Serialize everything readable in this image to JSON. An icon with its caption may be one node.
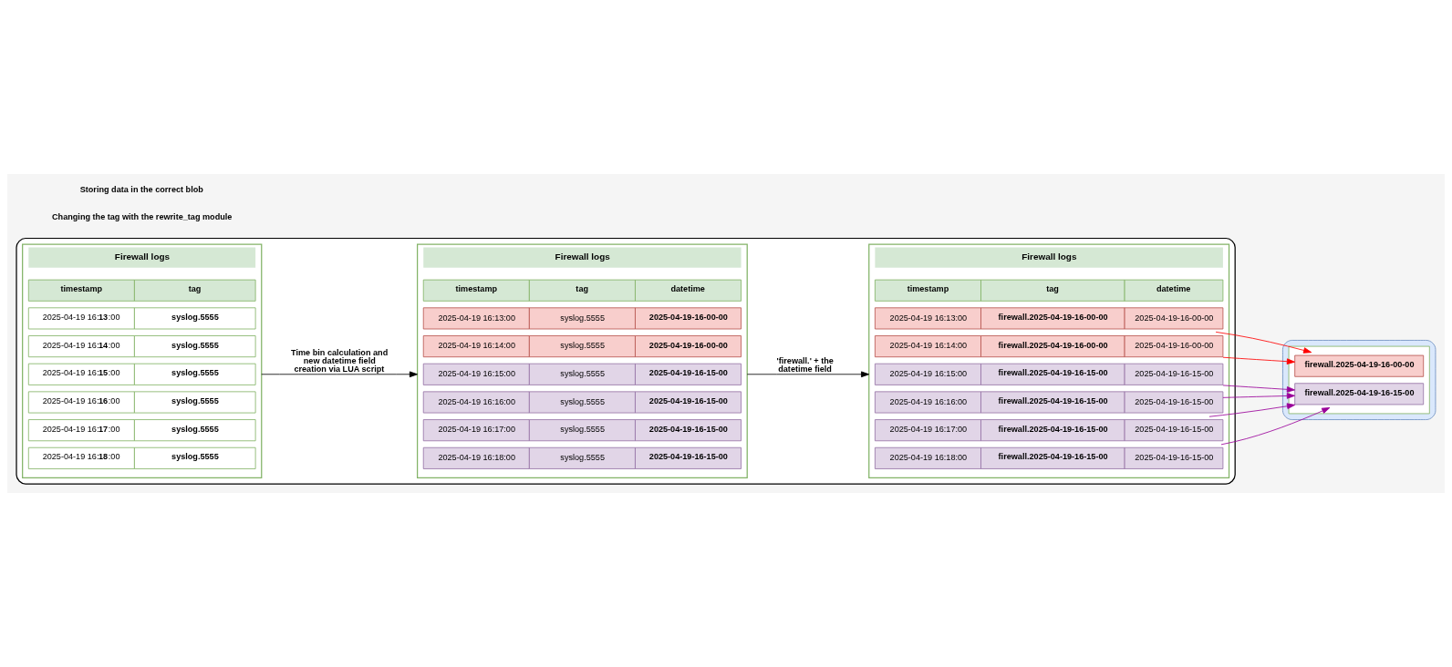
{
  "diagram": {
    "nodes": [
      {
        "text": [],
        "shape": "box"
      },
      {
        "text": [
          "Firewall logs"
        ],
        "in": 0
      },
      {
        "text": [
          "timestamp",
          "tag"
        ],
        "in": 1
      },
      {
        "text": [
          "2025-04-19 16:**13**:00",
          "syslog.5555"
        ],
        "in": 1
      },
      {
        "text": [
          "2025-04-19 16:**14**:00",
          "syslog.5555"
        ],
        "in": 1
      },
      {
        "text": [
          "2025-04-19 16:**15**:00",
          "syslog.5555"
        ],
        "in": 1
      },
      {
        "text": [
          "2025-04-19 16:**16**:00",
          "syslog.5555"
        ],
        "in": 1
      },
      {
        "text": [
          "2025-04-19 16:**17**:00",
          "syslog.5555"
        ],
        "in": 1
      },
      {
        "text": [
          "2025-04-19 16:**18**:00",
          "syslog.5555"
        ],
        "in": 1
      },
      {
        "text": [
          "Firewall logs"
        ],
        "in": 0
      },
      {
        "text": [
          "timestamp",
          "tag",
          "datetime"
        ],
        "in": 9
      },
      {
        "text": [
          "2025-04-19 16:13:00",
          "syslog.5555",
          "2025-04-19-16-00-00"
        ],
        "in": 9
      },
      {
        "text": [
          "2025-04-19 16:14:00",
          "syslog.5555",
          "2025-04-19-16-00-00"
        ],
        "in": 9
      },
      {
        "text": [
          "2025-04-19 16:15:00",
          "syslog.5555",
          "2025-04-19-16-15-00"
        ],
        "in": 9
      },
      {
        "text": [
          "2025-04-19 16:16:00",
          "syslog.5555",
          "2025-04-19-16-15-00"
        ],
        "in": 9
      },
      {
        "text": [
          "2025-04-19 16:17:00",
          "syslog.5555",
          "2025-04-19-16-15-00"
        ],
        "in": 9
      },
      {
        "text": [
          "2025-04-19 16:18:00",
          "syslog.5555",
          "2025-04-19-16-15-00"
        ],
        "in": 9
      },
      {
        "text": [
          "Firewall logs"
        ],
        "in": 0
      },
      {
        "text": [
          "timestamp",
          "tag",
          "datetime"
        ],
        "in": 17
      },
      {
        "text": [
          "2025-04-19 16:13:00",
          "firewall.2025-04-19-16-00-00",
          "2025-04-19-16-00-00"
        ],
        "in": 17
      },
      {
        "text": [
          "2025-04-19 16:14:00",
          "firewall.2025-04-19-16-00-00",
          "2025-04-19-16-00-00"
        ],
        "in": 17
      },
      {
        "text": [
          "2025-04-19 16:15:00",
          "firewall.2025-04-19-16-15-00",
          "2025-04-19-16-15-00"
        ],
        "in": 17
      },
      {
        "text": [
          "2025-04-19 16:16:00",
          "firewall.2025-04-19-16-15-00",
          "2025-04-19-16-15-00"
        ],
        "in": 17
      },
      {
        "text": [
          "2025-04-19 16:17:00",
          "firewall.2025-04-19-16-15-00",
          "2025-04-19-16-15-00"
        ],
        "in": 17
      },
      {
        "text": [
          "2025-04-19 16:18:00",
          "firewall.2025-04-19-16-15-00",
          "2025-04-19-16-15-00"
        ],
        "in": 17
      },
      {
        "text": [],
        "shape": "box"
      },
      {
        "text": [],
        "shape": "box",
        "in": 25
      },
      {
        "text": [
          "firewall.2025-04-19-16-00-00"
        ],
        "in": 26
      },
      {
        "text": [
          "firewall.2025-04-19-16-15-00"
        ],
        "in": 26
      }
    ],
    "edges": [
      {
        "from": 1,
        "to": 9,
        "arrow": "to",
        "label": "Time bin calculation and new datetime field creation via LUA script",
        "color": "#000000"
      },
      {
        "from": 9,
        "to": 17,
        "arrow": "to",
        "label": "'firewall.' + the datetime field",
        "color": "#000000"
      },
      {
        "from": 19,
        "to": 27,
        "arrow": "to",
        "color": "#ff0000"
      },
      {
        "from": 20,
        "to": 27,
        "arrow": "to",
        "color": "#ff0000"
      },
      {
        "from": 21,
        "to": 28,
        "arrow": "to",
        "color": "#990099"
      },
      {
        "from": 22,
        "to": 28,
        "arrow": "to",
        "color": "#990099"
      },
      {
        "from": 23,
        "to": 28,
        "arrow": "to",
        "color": "#990099"
      },
      {
        "from": 24,
        "to": 28,
        "arrow": "to",
        "color": "#990099"
      }
    ],
    "labels": [
      "Changing the tag with the rewrite_tag module",
      "Storing data in the correct blob"
    ]
  }
}
